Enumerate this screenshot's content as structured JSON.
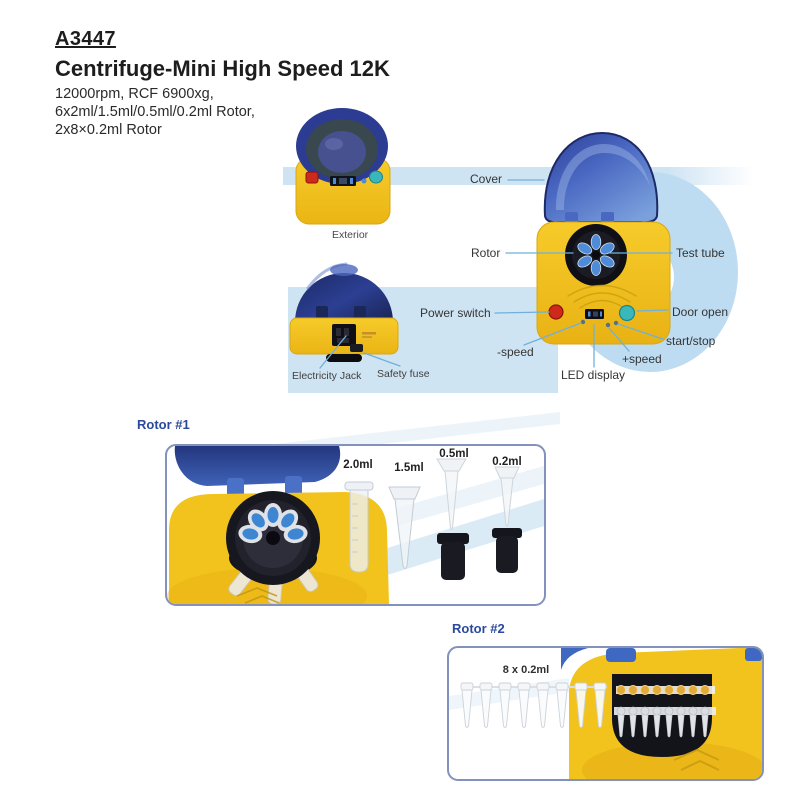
{
  "header": {
    "code": "A3447",
    "title": "Centrifuge-Mini High Speed 12K",
    "specs": [
      "12000rpm, RCF 6900xg,",
      "6x2ml/1.5ml/0.5ml/0.2ml Rotor,",
      "2x8×0.2ml Rotor"
    ]
  },
  "diagram": {
    "exterior_caption": "Exterior",
    "labels": {
      "cover": "Cover",
      "rotor": "Rotor",
      "test_tube": "Test tube",
      "power_switch": "Power switch",
      "door_open": "Door open",
      "minus_speed": "-speed",
      "start_stop": "start/stop",
      "plus_speed": "+speed",
      "led_display": "LED display",
      "electricity_jack": "Electricity Jack",
      "safety_fuse": "Safety fuse"
    }
  },
  "rotor1": {
    "title": "Rotor #1",
    "tube_labels": [
      "2.0ml",
      "1.5ml",
      "0.5ml",
      "0.2ml"
    ]
  },
  "rotor2": {
    "title": "Rotor #2",
    "strip_label": "8 x 0.2ml"
  },
  "colors": {
    "accent_blue": "#2b4a9e",
    "band_blue": "#cfe4f3",
    "ring_blue": "#bddcf1",
    "body_yellow": "#f2c31d",
    "cover_blue": "#2c3f92",
    "leader_line": "#6fb0dc",
    "power_button_red": "#cd2a1c",
    "door_button_teal": "#39b7ba",
    "tube_cap_blue": "#4f8cd8"
  }
}
